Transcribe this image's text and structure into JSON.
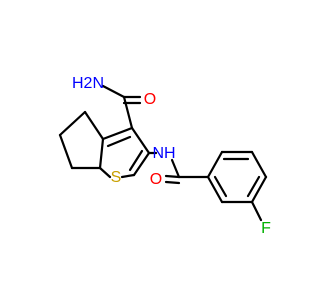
{
  "molecule": {
    "colors": {
      "bond": "#000000",
      "N": "#0000ff",
      "O": "#ff0000",
      "S": "#c8a000",
      "F": "#00b000"
    },
    "atoms": [
      {
        "id": "a_nh2",
        "symbol": "N",
        "label": "H2N"
      },
      {
        "id": "a_o1",
        "symbol": "O",
        "label": "O"
      },
      {
        "id": "a_nh",
        "symbol": "N",
        "label": "NH"
      },
      {
        "id": "a_s",
        "symbol": "S",
        "label": "S"
      },
      {
        "id": "a_o2",
        "symbol": "O",
        "label": "O"
      },
      {
        "id": "a_f",
        "symbol": "F",
        "label": "F"
      }
    ]
  }
}
